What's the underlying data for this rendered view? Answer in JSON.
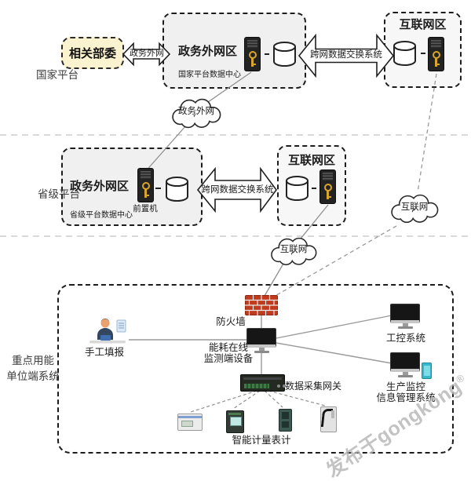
{
  "sections": {
    "national_label": "国家平台",
    "provincial_label": "省级平台",
    "enterprise_label_line1": "重点用能",
    "enterprise_label_line2": "单位端系统"
  },
  "national": {
    "ministries_label": "相关部委",
    "link_label": "政务外网",
    "gov_zone_title": "政务外网区",
    "gov_zone_subtitle": "国家平台数据中心",
    "exchange_label": "跨网数据交换系统",
    "internet_zone_title": "互联网区",
    "cloud_label": "政务外网"
  },
  "provincial": {
    "gov_zone_title": "政务外网区",
    "gov_zone_subtitle": "省级平台数据中心",
    "front_server_label": "前置机",
    "exchange_label": "跨网数据交换系统",
    "internet_zone_title": "互联网区",
    "center_cloud_label": "互联网",
    "right_cloud_label": "互联网"
  },
  "enterprise": {
    "firewall_label": "防火墙",
    "manual_report_label": "手工填报",
    "monitor_label_line1": "能耗在线",
    "monitor_label_line2": "监测端设备",
    "industrial_label": "工控系统",
    "production_label_line1": "生产监控",
    "production_label_line2": "信息管理系统",
    "gateway_label": "数据采集网关",
    "meters_label": "智能计量表计"
  },
  "watermark": {
    "text": "发布于gongkong",
    "reg": "®"
  },
  "colors": {
    "ministries_fill": "#fbf2cf",
    "gov_zone_fill": "#f0f0f0",
    "internet_zone_fill": "#f7f7f7",
    "firewall_brick": "#c03a1e",
    "server_key": "#d9a62a",
    "phone": "#35b8c8",
    "watermark": "#b5b5b5"
  }
}
